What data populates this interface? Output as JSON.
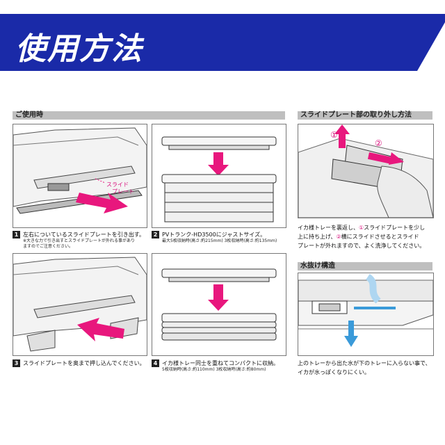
{
  "banner": {
    "title": "使用方法",
    "color": "#1a2aa8"
  },
  "sections": {
    "usage": "ご使用時",
    "removal": "スライドプレート部の取り外し方法",
    "drain": "水抜け構造"
  },
  "callout": {
    "line1": "スライド",
    "line2": "プレート"
  },
  "steps": [
    {
      "num": "1",
      "text": "左右についているスライドプレートを引き出す。",
      "sub1": "※大きな力で引き出すとスライドプレートが外れる事があり",
      "sub2": "ますのでご注意ください。"
    },
    {
      "num": "2",
      "text": "PVトランク-HD3500にジャストサイズ。",
      "sub1": "最大5枚収納時",
      "sub1b": "(高さ:約215mm)",
      "sub2": "3枚収納時",
      "sub2b": "(高さ:約135mm)"
    },
    {
      "num": "3",
      "text": "スライドプレートを奥まで押し込んでください。"
    },
    {
      "num": "4",
      "text": "イカ様トレー同士を重ねてコンパクトに収納。",
      "sub1": "5枚収納時",
      "sub1b": "(高さ:約110mm)",
      "sub2": "3枚収納時",
      "sub2b": "(高さ:約80mm)"
    }
  ],
  "removal_note": {
    "l1a": "イカ様トレーを裏返し、",
    "c1": "①",
    "l1b": "スライドプレートを少し",
    "l2a": "上に持ち上げ、",
    "c2": "②",
    "l2b": "横にスライドさせるとスライド",
    "l3": "プレートが外れますので、よく洗浄してください。"
  },
  "drain_note": {
    "l1": "上のトレーから出た水が下のトレーに入らない事で、",
    "l2": "イカが水っぽくなりにくい。"
  },
  "markers": {
    "m1": "①",
    "m2": "②"
  }
}
